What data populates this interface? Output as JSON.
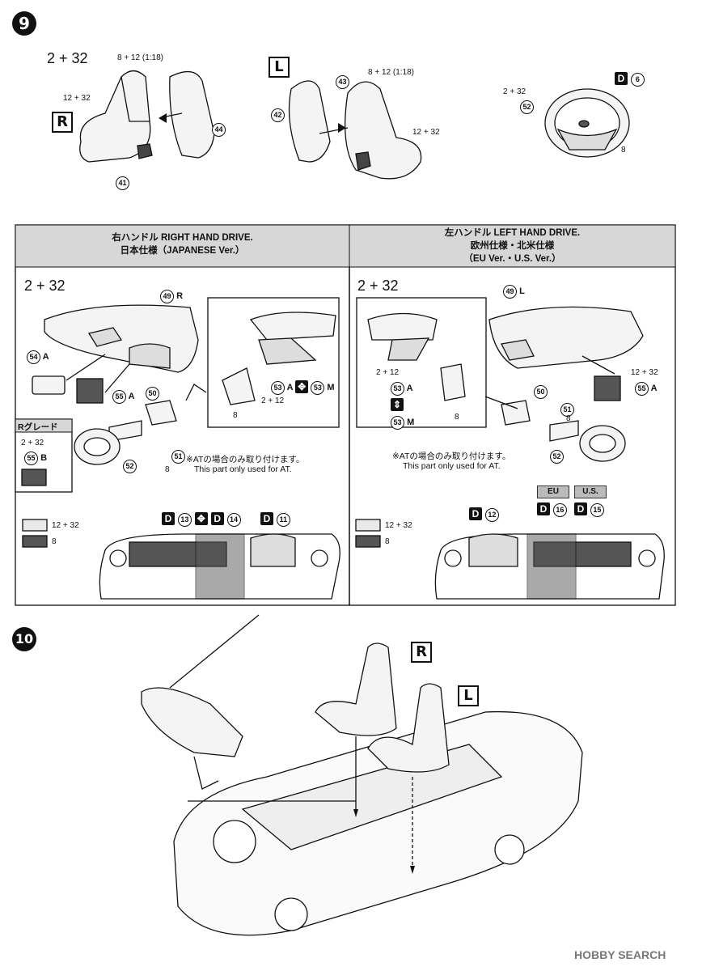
{
  "step9": {
    "number": "9",
    "seat_r": {
      "box": "R",
      "paint_main": "2 + 32",
      "paint_top": "8 + 12 (1:18)",
      "paint_side": "12 + 32",
      "part_a": "44",
      "part_b": "41"
    },
    "seat_l": {
      "box": "L",
      "paint_top": "8 + 12 (1:18)",
      "paint_side": "12 + 32",
      "part_a": "42",
      "part_b": "43"
    },
    "wheel": {
      "decal": "6",
      "paint_top": "2 + 32",
      "paint_bottom": "8",
      "part": "52"
    }
  },
  "panel_rhd": {
    "header_1": "右ハンドル RIGHT HAND DRIVE.",
    "header_2": "日本仕様（JAPANESE Ver.）",
    "paint_main": "2 + 32",
    "part_dash": "49",
    "dash_suffix": "R",
    "part_54": "54",
    "label_54": "A",
    "part_55": "55",
    "label_55": "A",
    "part_50": "50",
    "part_51": "51",
    "part_52": "52",
    "part_53": "53",
    "label_53a": "A",
    "label_53m": "M",
    "paint_53": "2 + 12",
    "paint_8": "8",
    "grade_title": "Rグレード",
    "grade_paint": "2 + 32",
    "grade_part": "55",
    "grade_label": "B",
    "note_jp": "※ATの場合のみ取り付けます。",
    "note_en": "This part only used for AT.",
    "legend_light": "12 + 32",
    "legend_dark": "8",
    "decal_13": "13",
    "decal_14": "14",
    "decal_11": "11"
  },
  "panel_lhd": {
    "header_1": "左ハンドル LEFT HAND DRIVE.",
    "header_2": "欧州仕様・北米仕様",
    "header_3": "（EU Ver.・U.S. Ver.）",
    "paint_main": "2 + 32",
    "part_dash": "49",
    "dash_suffix": "L",
    "paint_53": "2 + 12",
    "part_53": "53",
    "label_53a": "A",
    "label_53m": "M",
    "paint_8": "8",
    "paint_55": "12 + 32",
    "part_55": "55",
    "label_55": "A",
    "part_50": "50",
    "part_51": "51",
    "part_52": "52",
    "note_jp": "※ATの場合のみ取り付けます。",
    "note_en": "This part only used for AT.",
    "legend_light": "12 + 32",
    "legend_dark": "8",
    "decal_12": "12",
    "tag_eu": "EU",
    "tag_us": "U.S.",
    "decal_16": "16",
    "decal_15": "15"
  },
  "step10": {
    "number": "10",
    "box_r": "R",
    "box_l": "L"
  },
  "watermark": "HOBBY SEARCH",
  "colors": {
    "header_bg": "#d7d7d7",
    "legend_light": "#e9e9e9",
    "legend_dark": "#555555"
  }
}
